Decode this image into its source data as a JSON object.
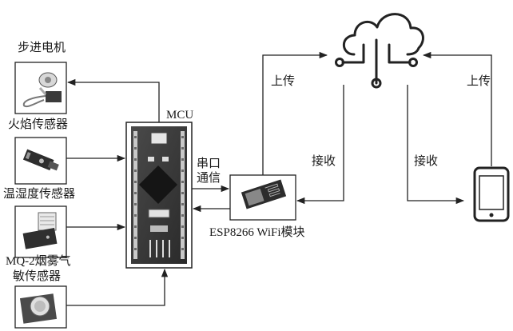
{
  "diagram": {
    "sensors": [
      {
        "id": "stepper",
        "label": "步进电机"
      },
      {
        "id": "flame",
        "label": "火焰传感器"
      },
      {
        "id": "temp_humidity",
        "label": "温湿度传感器"
      },
      {
        "id": "mq2",
        "label_line1": "MQ-2烟雾气",
        "label_line2": "敏传感器"
      }
    ],
    "mcu": {
      "label": "MCU"
    },
    "serial": {
      "line1": "串口",
      "line2": "通信"
    },
    "wifi": {
      "label": "ESP8266 WiFi模块"
    },
    "links": {
      "upload_left": "上传",
      "receive_left": "接收",
      "receive_right": "接收",
      "upload_right": "上传"
    },
    "icons": [
      "cloud-network-icon",
      "smartphone-icon"
    ]
  }
}
